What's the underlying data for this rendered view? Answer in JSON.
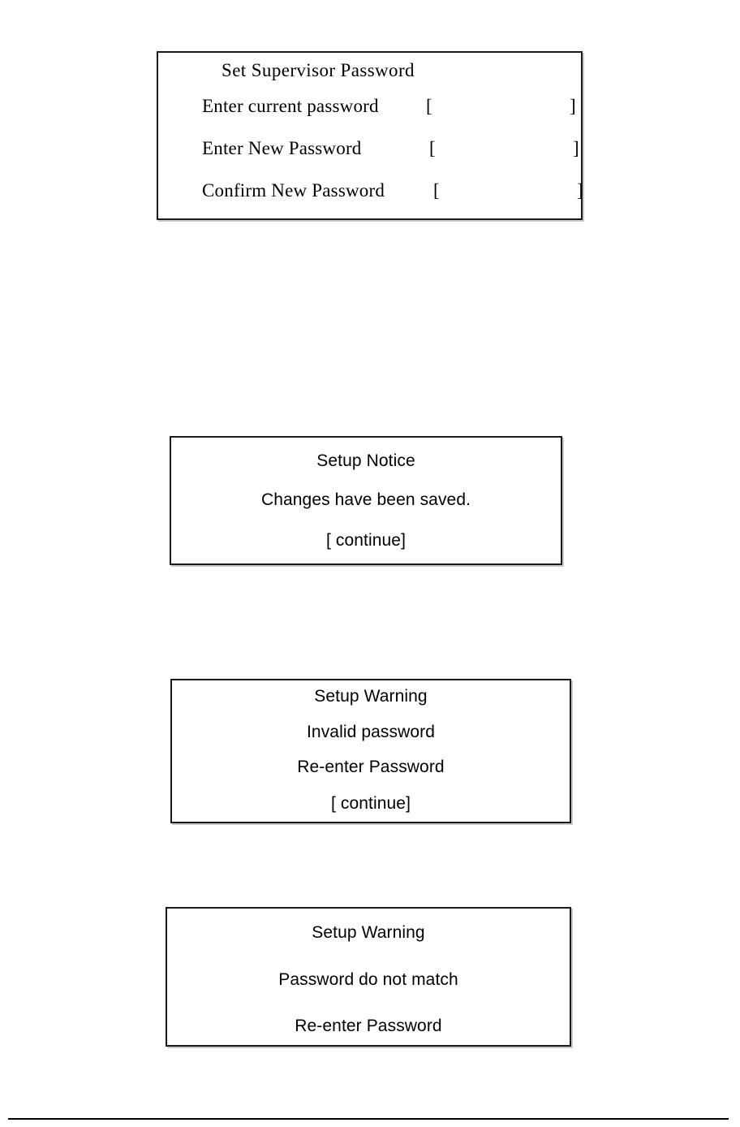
{
  "page": {
    "background_color": "#ffffff",
    "text_color": "#000000",
    "border_color": "#1a1a1a"
  },
  "password_dialog": {
    "title": "Set Supervisor Password",
    "bracket_open": "[",
    "bracket_close": "]",
    "fields": [
      {
        "label": "Enter current password",
        "value": ""
      },
      {
        "label": "Enter New Password",
        "value": ""
      },
      {
        "label": "Confirm New Password",
        "value": ""
      }
    ]
  },
  "notice_dialog": {
    "title": "Setup Notice",
    "message": "Changes have been saved.",
    "action": "[ continue]"
  },
  "warning_invalid_dialog": {
    "title": "Setup Warning",
    "message": "Invalid password",
    "instruction": "Re-enter Password",
    "action": "[ continue]"
  },
  "warning_mismatch_dialog": {
    "title": "Setup Warning",
    "message": "Password do not match",
    "instruction": "Re-enter Password"
  }
}
